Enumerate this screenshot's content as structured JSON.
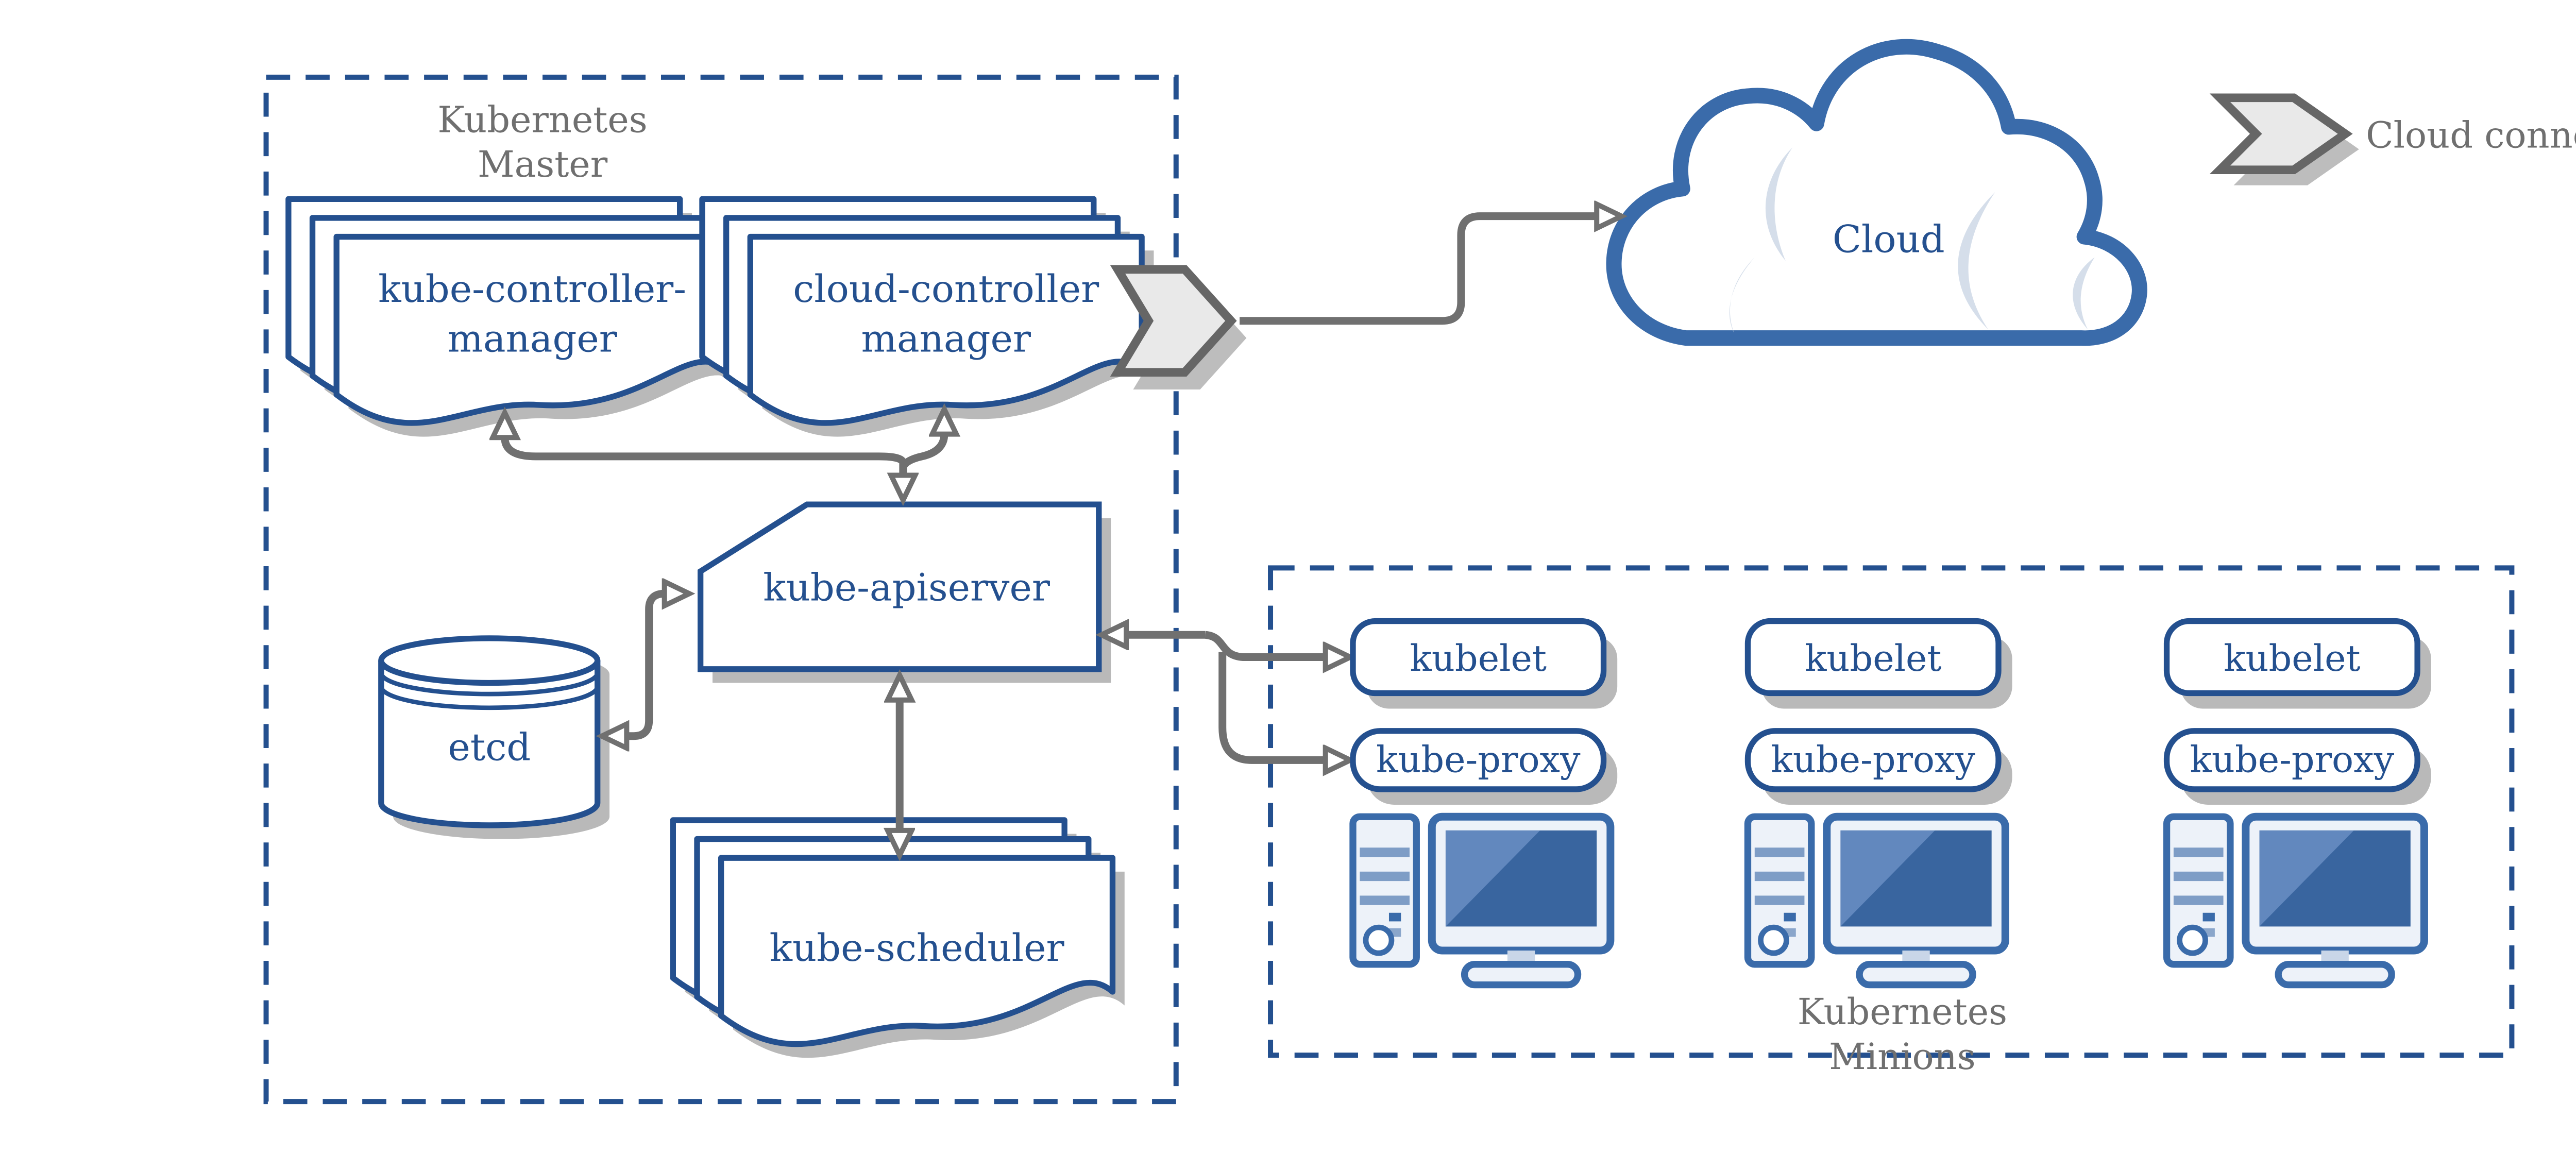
{
  "colors": {
    "navy": "#24508F",
    "steel_blue": "#3A6BAA",
    "arrow_gray": "#707070",
    "label_gray": "#6F6F6F",
    "shadow_gray": "#B9B9B9",
    "connector_fill": "#E9E9E9",
    "connector_stroke": "#666666",
    "crescent_blue": "#D5DEEA",
    "screen_blue": "#39659F",
    "screen_highlight": "#6288BE",
    "machine_fill": "#EDF2F9",
    "stripe_blue": "#7E9DC6"
  },
  "master": {
    "title": [
      "Kubernetes",
      "Master"
    ],
    "components": {
      "kube_controller_manager": {
        "label_lines": [
          "kube-controller-",
          "manager"
        ]
      },
      "cloud_controller_manager": {
        "label_lines": [
          "cloud-controller",
          "manager"
        ]
      },
      "kube_apiserver": {
        "label": "kube-apiserver"
      },
      "etcd": {
        "label": "etcd"
      },
      "kube_scheduler": {
        "label": "kube-scheduler"
      }
    }
  },
  "minions": {
    "title": [
      "Kubernetes",
      "Minions"
    ],
    "nodes": [
      {
        "kubelet": "kubelet",
        "kube_proxy": "kube-proxy"
      },
      {
        "kubelet": "kubelet",
        "kube_proxy": "kube-proxy"
      },
      {
        "kubelet": "kubelet",
        "kube_proxy": "kube-proxy"
      }
    ]
  },
  "cloud": {
    "label": "Cloud"
  },
  "legend": {
    "label": "Cloud connector",
    "icon": "cloud-connector-chevron"
  },
  "icons": {
    "cloud_connector": "chevron-arrow",
    "node_machine": "desktop-computer",
    "etcd": "database-cylinder"
  }
}
